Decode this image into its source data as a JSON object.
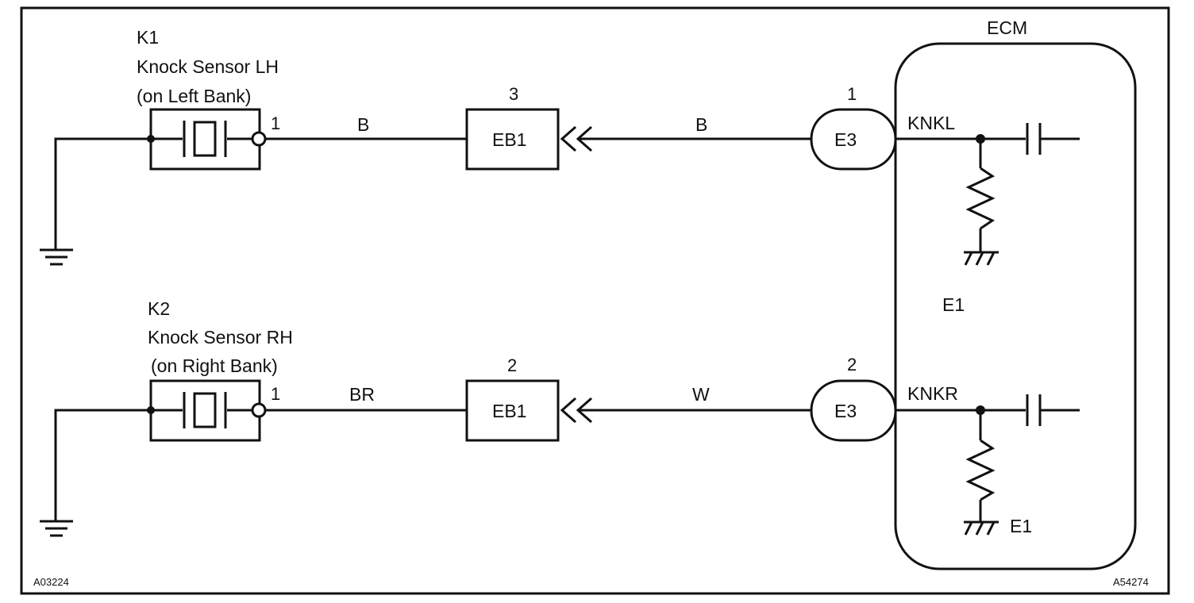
{
  "ecm": {
    "title": "ECM",
    "ground_label_upper": "E1",
    "ground_label_lower": "E1"
  },
  "sensor_lh": {
    "id": "K1",
    "name": "Knock Sensor LH",
    "location": "(on Left Bank)",
    "pin": "1"
  },
  "sensor_rh": {
    "id": "K2",
    "name": "Knock Sensor RH",
    "location": "(on Right Bank)",
    "pin": "1"
  },
  "circuit_upper": {
    "wire_sensor_side": "B",
    "junction": {
      "name": "EB1",
      "pin": "3"
    },
    "wire_ecm_side": "B",
    "ecm_connector": {
      "name": "E3",
      "pin": "1"
    },
    "signal": "KNKL"
  },
  "circuit_lower": {
    "wire_sensor_side": "BR",
    "junction": {
      "name": "EB1",
      "pin": "2"
    },
    "wire_ecm_side": "W",
    "ecm_connector": {
      "name": "E3",
      "pin": "2"
    },
    "signal": "KNKR"
  },
  "figure_codes": {
    "left": "A03224",
    "right": "A54274"
  }
}
